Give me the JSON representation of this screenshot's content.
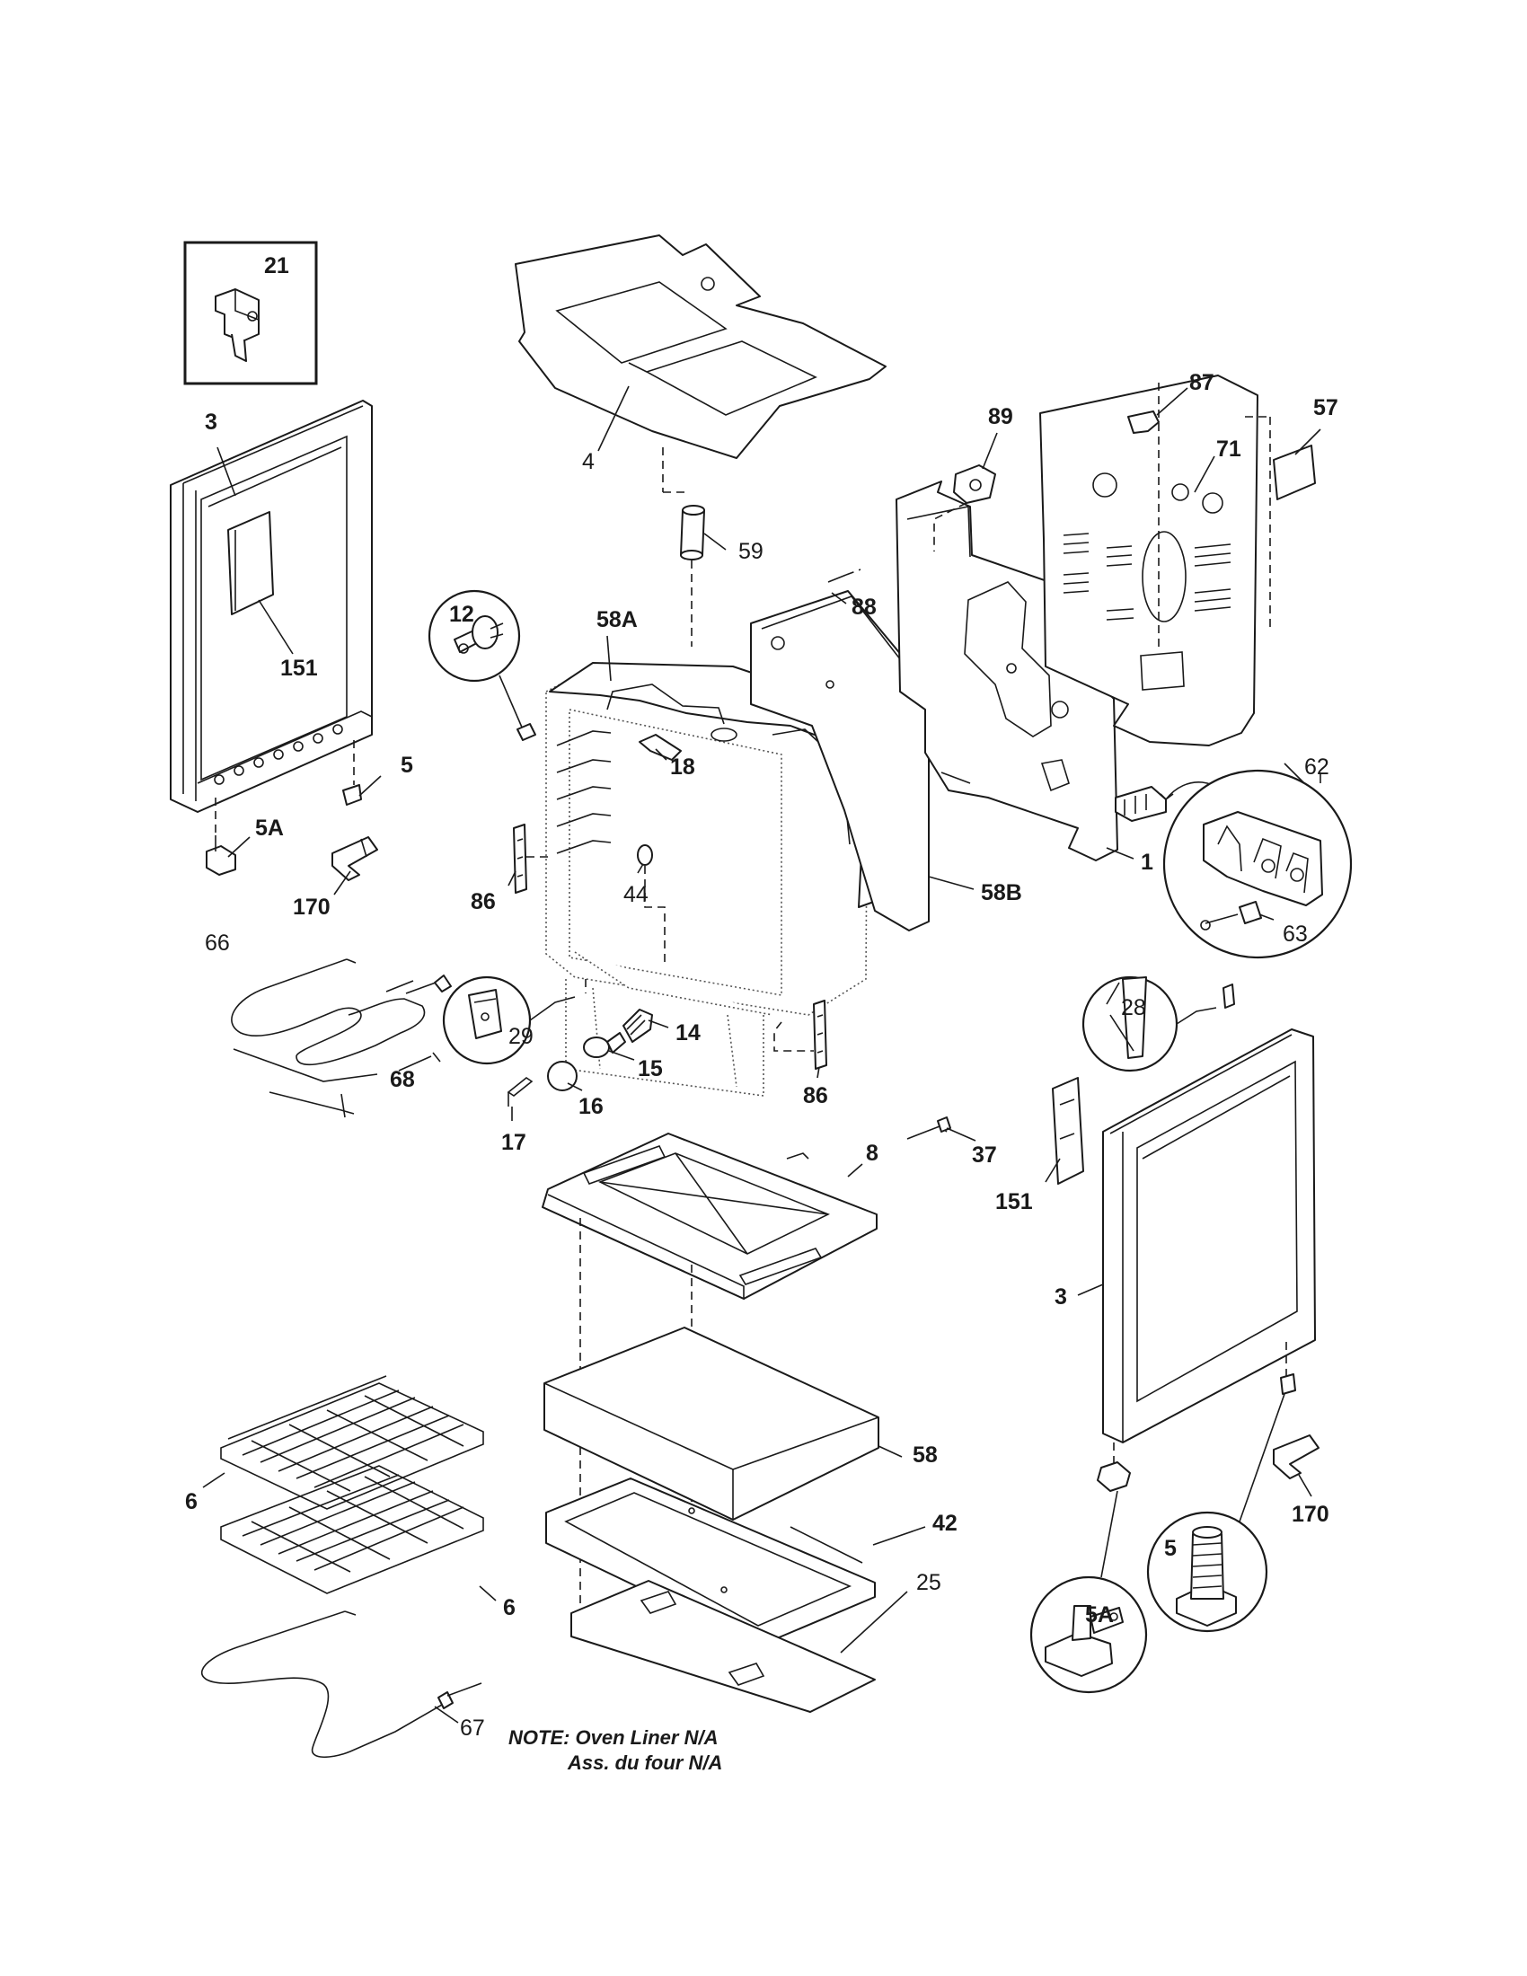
{
  "note": {
    "line1": "NOTE: Oven Liner N/A",
    "line2": "Ass. du four N/A"
  },
  "labels": {
    "p21": "21",
    "p3_left": "3",
    "p151_left": "151",
    "p5_left": "5",
    "p5A_left": "5A",
    "p170_left": "170",
    "p4": "4",
    "p59": "59",
    "p12": "12",
    "p58A": "58A",
    "p88": "88",
    "p18": "18",
    "p89": "89",
    "p87": "87",
    "p71": "71",
    "p57": "57",
    "p62": "62",
    "p1": "1",
    "p63": "63",
    "p86_left": "86",
    "p44": "44",
    "p58B": "58B",
    "p66": "66",
    "p68": "68",
    "p29": "29",
    "p14": "14",
    "p15": "15",
    "p16": "16",
    "p17": "17",
    "p86_right": "86",
    "p28": "28",
    "p37": "37",
    "p151_right": "151",
    "p8": "8",
    "p3_right": "3",
    "p58": "58",
    "p42": "42",
    "p25": "25",
    "p6_upper": "6",
    "p6_lower": "6",
    "p67": "67",
    "p5_right": "5",
    "p5A_right": "5A",
    "p170_right": "170"
  }
}
